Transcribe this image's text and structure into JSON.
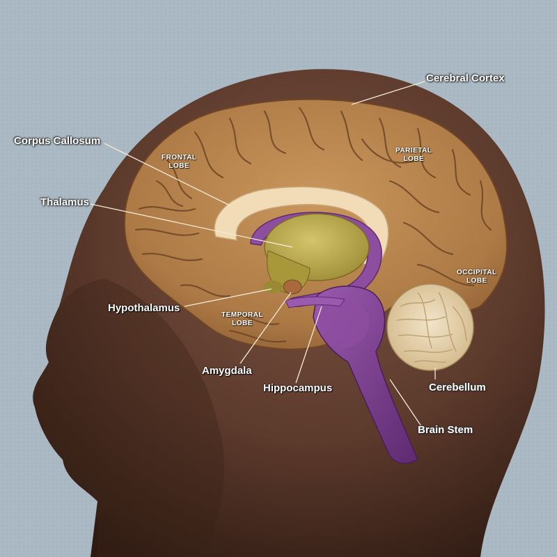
{
  "labels": {
    "cerebral_cortex": "Cerebral Cortex",
    "corpus_callosum": "Corpus Callosum",
    "thalamus": "Thalamus",
    "hypothalamus": "Hypothalamus",
    "amygdala": "Amygdala",
    "hippocampus": "Hippocampus",
    "cerebellum": "Cerebellum",
    "brain_stem": "Brain Stem"
  },
  "lobes": {
    "frontal": {
      "line1": "FRONTAL",
      "line2": "LOBE"
    },
    "parietal": {
      "line1": "PARIETAL",
      "line2": "LOBE"
    },
    "occipital": {
      "line1": "OCCIPITAL",
      "line2": "LOBE"
    },
    "temporal": {
      "line1": "TEMPORAL",
      "line2": "LOBE"
    }
  },
  "colors": {
    "background": "#a9b8c2",
    "head": "#5a3a2c",
    "cortex": "#b07d4a",
    "corpus_callosum": "#f2dcb8",
    "thalamus": "#b8a84a",
    "limbic": "#8a4c9a",
    "cerebellum": "#ead8b8",
    "amygdala": "#a86a3a"
  }
}
